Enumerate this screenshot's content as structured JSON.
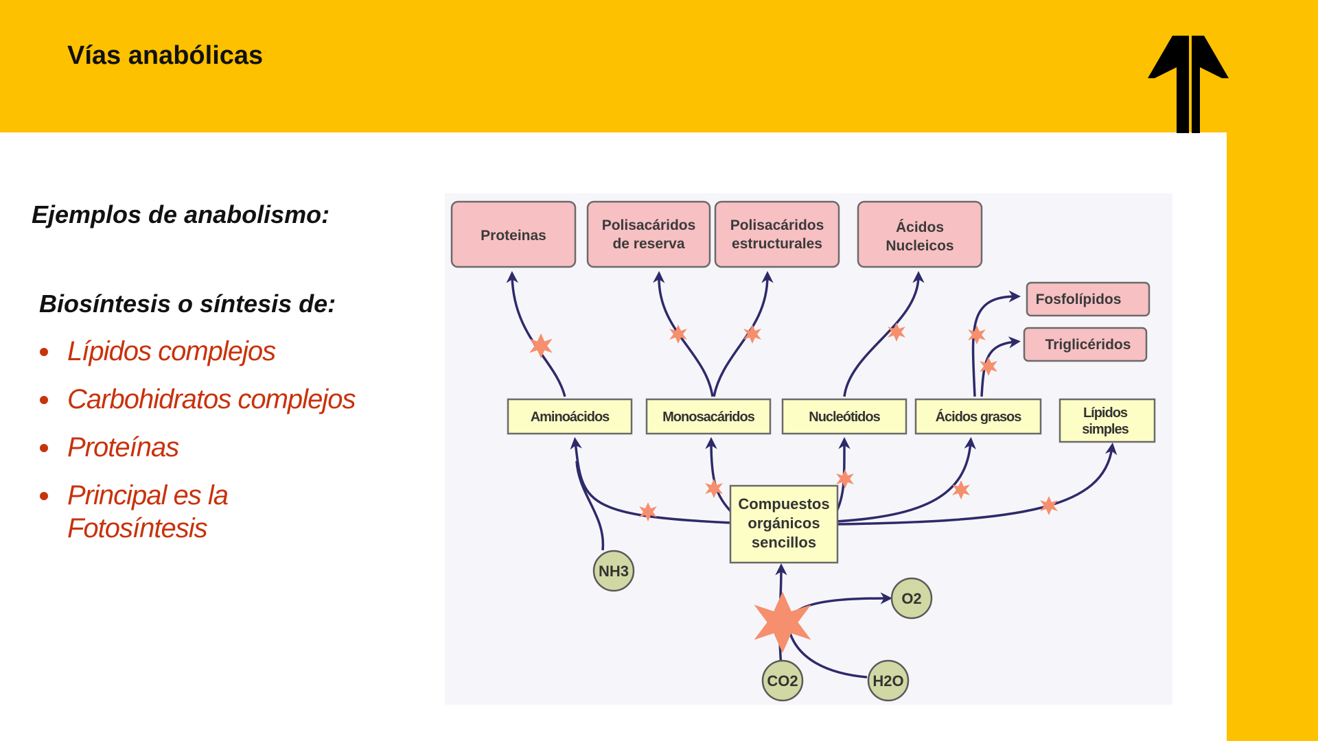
{
  "slide": {
    "title": "Vías anabólicas",
    "heading": "Ejemplos de anabolismo:",
    "subheading": "Biosíntesis o síntesis de:",
    "bullets": [
      "Lípidos complejos",
      "Carbohidratos complejos",
      "Proteínas",
      "Principal es la Fotosíntesis"
    ],
    "colors": {
      "band": "#fdc100",
      "bullet_text": "#c8320c"
    },
    "logo_icon": "double-arrow-up-logo"
  },
  "diagram": {
    "products": {
      "proteinas": "Proteinas",
      "polisacaridos_reserva": [
        "Polisacáridos",
        "de reserva"
      ],
      "polisacaridos_estructurales": [
        "Polisacáridos",
        "estructurales"
      ],
      "acidos_nucleicos": [
        "Ácidos",
        "Nucleicos"
      ],
      "fosfolipidos": "Fosfolípidos",
      "trigliceridos": "Triglicéridos"
    },
    "monomers": {
      "aminoacidos": "Aminoácidos",
      "monosacaridos": "Monosacáridos",
      "nucleotidos": "Nucleótidos",
      "acidos_grasos": "Ácidos grasos",
      "lipidos_simples": [
        "Lípidos",
        "simples"
      ]
    },
    "center": [
      "Compuestos",
      "orgánicos",
      "sencillos"
    ],
    "molecules": {
      "nh3": "NH3",
      "o2": "O2",
      "co2": "CO2",
      "h2o": "H2O"
    },
    "colors": {
      "product_box": "#f7c0c3",
      "monomer_box": "#fdfdc6",
      "molecule": "#d2d8a3",
      "arrow": "#2e2a6a",
      "spark": "#f58f6e"
    }
  }
}
